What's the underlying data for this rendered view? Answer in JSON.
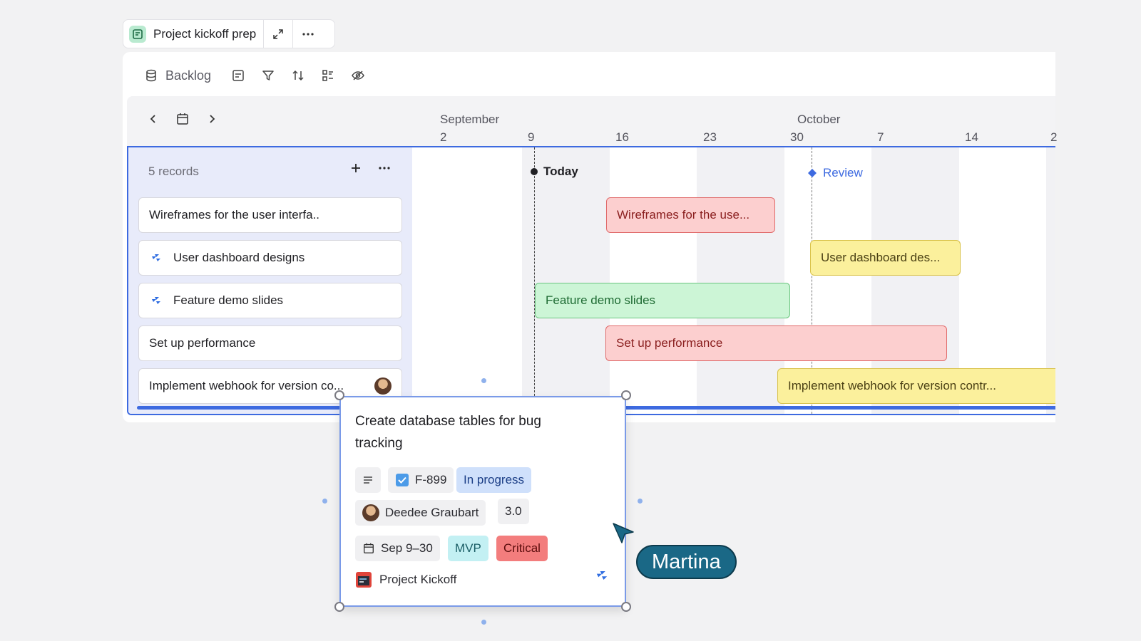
{
  "title_tab": {
    "title": "Project kickoff prep"
  },
  "toolbar": {
    "backlog_label": "Backlog"
  },
  "timeline_header": {
    "months": [
      "September",
      "October"
    ],
    "weeks": [
      "2",
      "9",
      "16",
      "23",
      "30",
      "7",
      "14",
      "2"
    ]
  },
  "records": {
    "count_label": "5 records",
    "items": [
      {
        "label": "Wireframes for the user interfa.."
      },
      {
        "label": "User dashboard designs"
      },
      {
        "label": "Feature demo slides"
      },
      {
        "label": "Set up performance"
      },
      {
        "label": "Implement webhook for version co..."
      }
    ]
  },
  "bars": [
    {
      "label": "Wireframes for the use...",
      "color": "#fccfcf"
    },
    {
      "label": "User dashboard des...",
      "color": "#fbf09c"
    },
    {
      "label": "Feature demo slides",
      "color": "#ccf5d6"
    },
    {
      "label": "Set up performance",
      "color": "#fccfcf"
    },
    {
      "label": "Implement webhook for version contr...",
      "color": "#fbf09c"
    }
  ],
  "markers": {
    "today": "Today",
    "review": "Review"
  },
  "popup": {
    "title": "Create database tables for bug tracking",
    "issue_key": "F-899",
    "status": "In progress",
    "assignee": "Deedee Graubart",
    "version": "3.0",
    "date_range": "Sep 9–30",
    "tag": "MVP",
    "priority": "Critical",
    "project": "Project Kickoff"
  },
  "collaborator": {
    "name": "Martina",
    "color": "#1a6886"
  }
}
